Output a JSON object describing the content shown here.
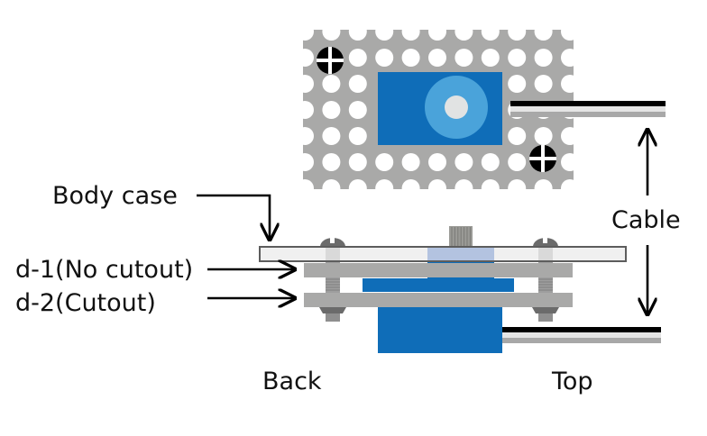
{
  "title": "Servo mounting diagram with body case and perforated plates",
  "labels": {
    "body_case": "Body case",
    "d1": "d-1(No cutout)",
    "d2": "d-2(Cutout)",
    "cable": "Cable",
    "back": "Back",
    "top": "Top"
  },
  "colors": {
    "plate_gray": "#a9a9a8",
    "servo_blue": "#0f6db8",
    "horn_light_blue": "#4aa3da",
    "horn_center": "#e1e3e3",
    "case_fill": "#f0f0f0",
    "case_border": "#5d5d5d",
    "screw_dark": "#6b6b6b",
    "screw_shaft": "#9e9e9e",
    "case_window": "#b3c3e0",
    "cable_black": "#000000",
    "cable_white": "#e5e5e5",
    "cable_gray": "#a8a8a8",
    "arrow": "#000000"
  },
  "views": [
    {
      "name": "top-view",
      "label_key": "top"
    },
    {
      "name": "back-view",
      "label_key": "back"
    }
  ]
}
